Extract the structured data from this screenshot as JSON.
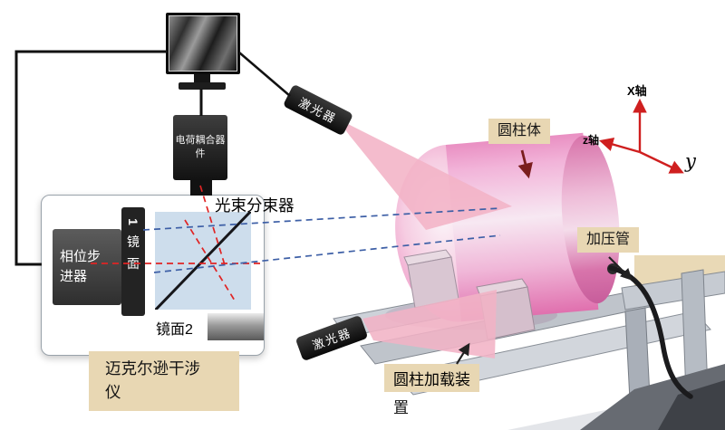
{
  "diagram": {
    "ccd": {
      "line1": "电荷耦合器",
      "line2": "件"
    },
    "beam_splitter_label": "光束分束器",
    "phase_stepper": {
      "line1": "相位步",
      "line2": "进器"
    },
    "mirror1": {
      "digit": "1",
      "char1": "镜",
      "char2": "面"
    },
    "mirror2_label": "镜面2",
    "michelson": {
      "line1": "迈克尔逊干涉",
      "line2": "仪"
    },
    "lasers": {
      "top": "激光器",
      "bottom": "激光器"
    },
    "cylinder_label": "圆柱体",
    "pressure_pipe_label": "加压管",
    "loading_device": {
      "line1": "圆柱加载装",
      "line2": "置"
    },
    "axes": {
      "x": "X轴",
      "z": "z轴",
      "y": "y"
    }
  },
  "colors": {
    "label_background": "#e8d7b3",
    "cylinder_pink": "#e887ba",
    "laser_beam_pink": "#f2b3c6",
    "laser_body_black": "#111111",
    "axis_red": "#cf1f1f",
    "beam_path_red_dashed": "#e02424",
    "beam_path_blue_dashed": "#3d5fa6"
  }
}
